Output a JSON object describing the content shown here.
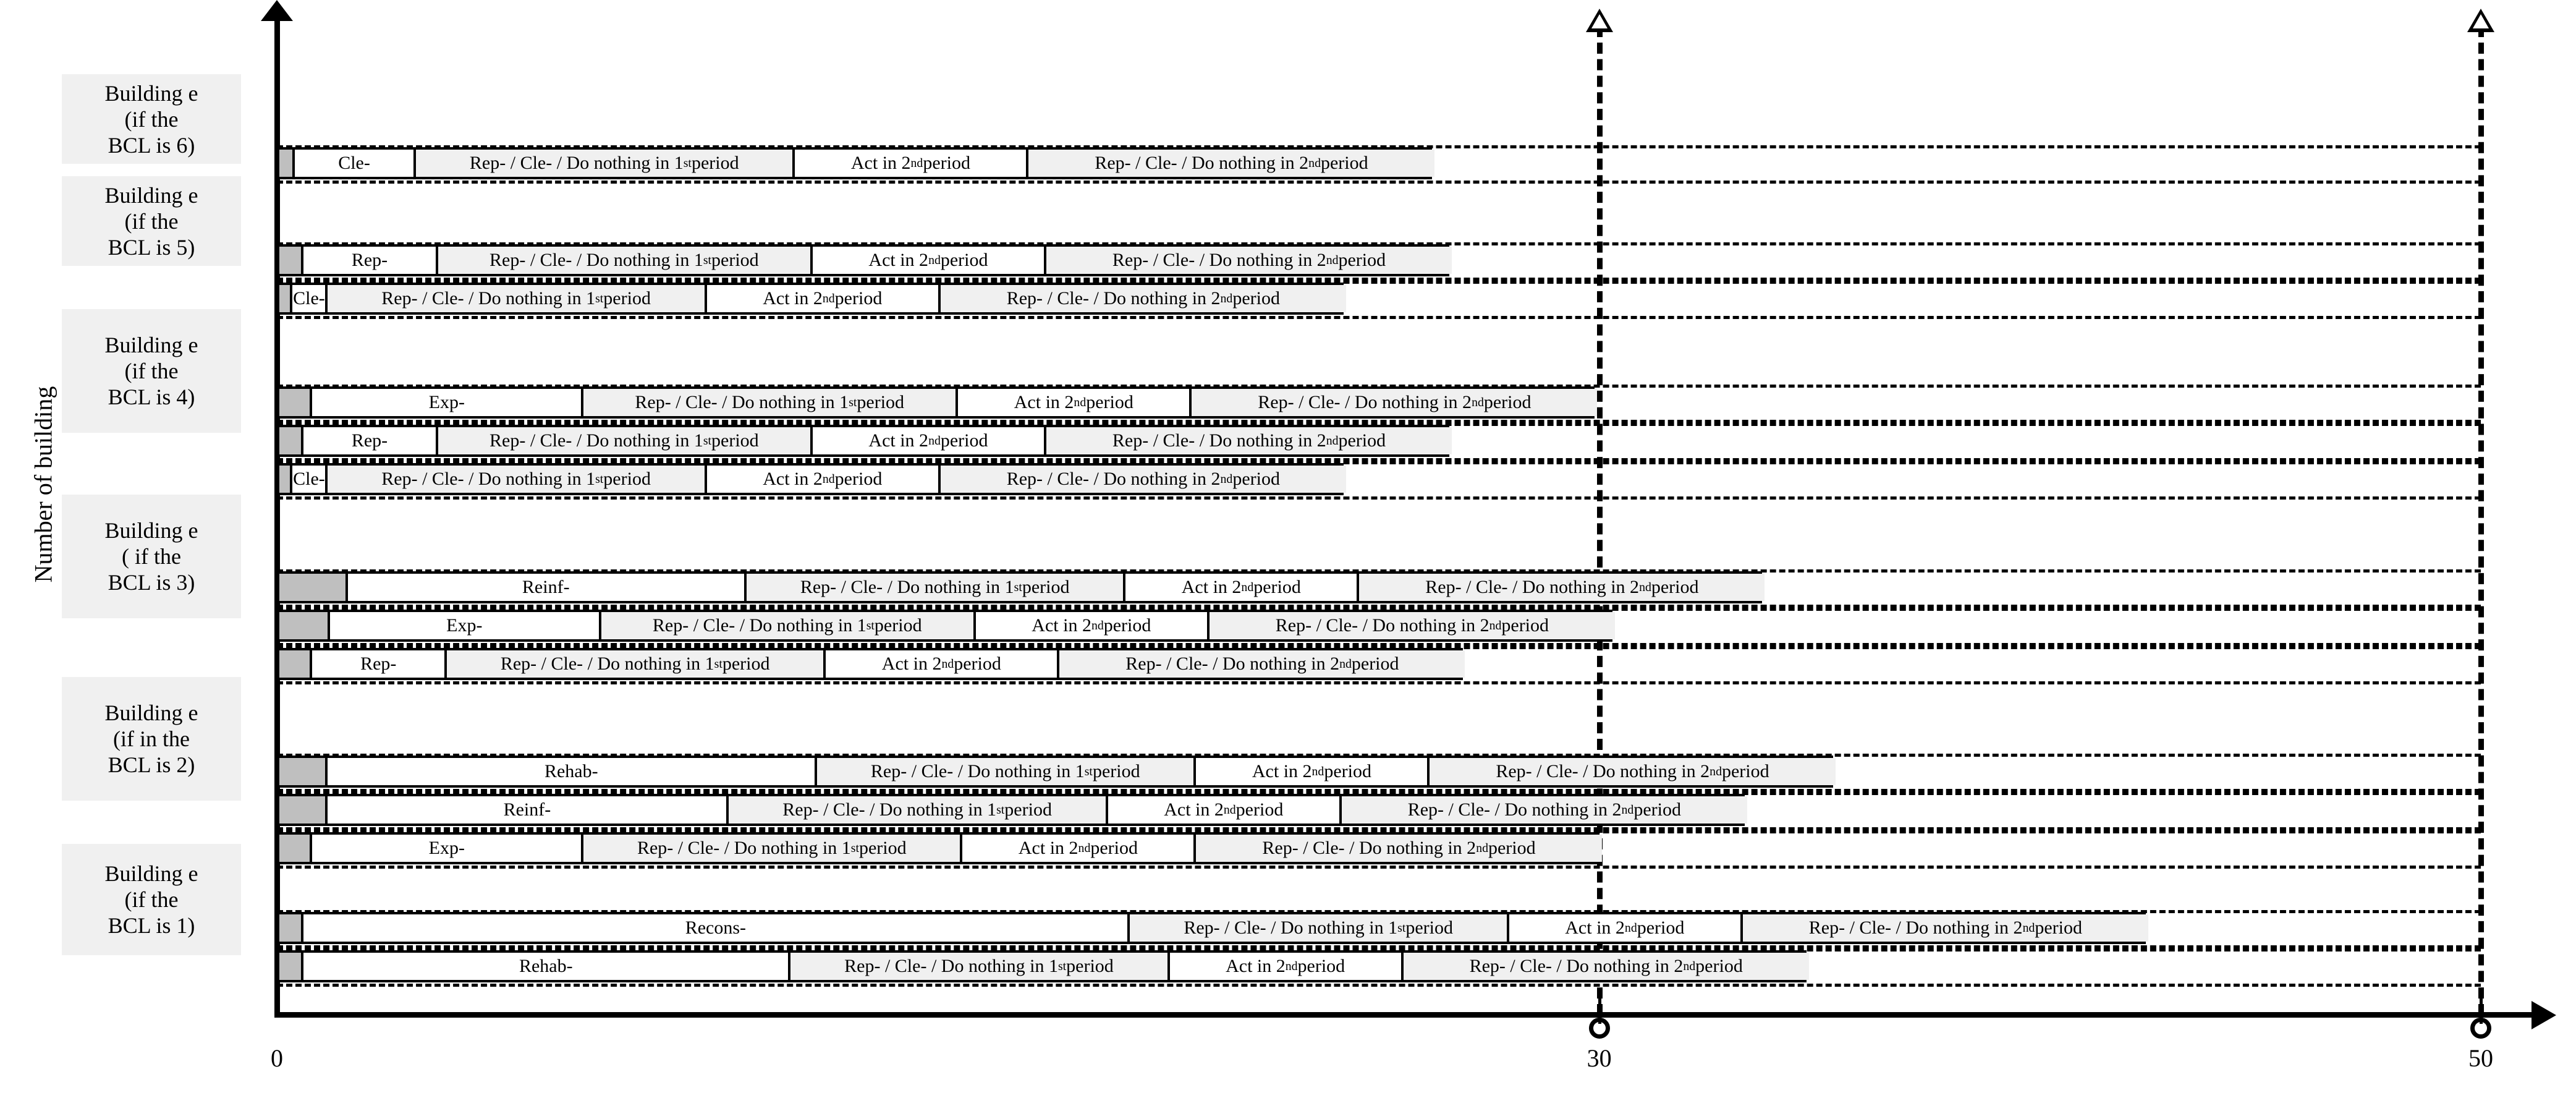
{
  "axis": {
    "ylabel": "Number of building",
    "xticks": [
      {
        "value": 0,
        "label": "0"
      },
      {
        "value": 30,
        "label": "30"
      },
      {
        "value": 50,
        "label": "50"
      }
    ],
    "xmin": 0,
    "xmax": 50,
    "period_markers": [
      30,
      50
    ]
  },
  "labels": {
    "opt1st": "Rep- / Cle- / Do nothing in 1",
    "opt2nd": "Rep- / Cle- / Do nothing in 2",
    "act2nd": "Act in 2"
  },
  "groups": [
    {
      "name": "group-bcl-6",
      "label_lines": [
        "Building e",
        "(if the",
        "BCL is 6)"
      ],
      "rows": [
        {
          "name": "row-bcl6-cle",
          "segments": [
            {
              "kind": "delay",
              "text": "",
              "start": 0.0,
              "end": 0.35
            },
            {
              "kind": "act",
              "text": "Cle-",
              "start": 0.35,
              "end": 3.1
            },
            {
              "kind": "opt",
              "text": "Rep- / Cle- / Do nothing in 1st period",
              "start": 3.1,
              "end": 11.7
            },
            {
              "kind": "act",
              "text": "Act in 2nd period",
              "start": 11.7,
              "end": 17.0
            },
            {
              "kind": "opt",
              "text": "Rep- / Cle- / Do nothing in 2nd  period",
              "start": 17.0,
              "end": 26.2
            }
          ]
        }
      ]
    },
    {
      "name": "group-bcl-5",
      "label_lines": [
        "Building e",
        "(if the",
        "BCL is 5)"
      ],
      "rows": [
        {
          "name": "row-bcl5-rep",
          "segments": [
            {
              "kind": "delay",
              "text": "",
              "start": 0.0,
              "end": 0.55
            },
            {
              "kind": "act",
              "text": "Rep-",
              "start": 0.55,
              "end": 3.6
            },
            {
              "kind": "opt",
              "text": "Rep- / Cle- / Do nothing in 1st period",
              "start": 3.6,
              "end": 12.1
            },
            {
              "kind": "act",
              "text": "Act in 2nd period",
              "start": 12.1,
              "end": 17.4
            },
            {
              "kind": "opt",
              "text": "Rep- / Cle- / Do nothing in 2nd  period",
              "start": 17.4,
              "end": 26.6
            }
          ]
        },
        {
          "name": "row-bcl5-cle",
          "segments": [
            {
              "kind": "delay",
              "text": "",
              "start": 0.0,
              "end": 0.3
            },
            {
              "kind": "act",
              "text": "Cle-",
              "start": 0.3,
              "end": 1.1
            },
            {
              "kind": "opt",
              "text": "Rep- / Cle- / Do nothing in 1st period",
              "start": 1.1,
              "end": 9.7
            },
            {
              "kind": "act",
              "text": "Act in 2nd period",
              "start": 9.7,
              "end": 15.0
            },
            {
              "kind": "opt",
              "text": "Rep- / Cle- / Do nothing in 2nd  period",
              "start": 15.0,
              "end": 24.2
            }
          ]
        }
      ]
    },
    {
      "name": "group-bcl-4",
      "label_lines": [
        "Building e",
        "(if the",
        "BCL is 4)"
      ],
      "rows": [
        {
          "name": "row-bcl4-exp",
          "segments": [
            {
              "kind": "delay",
              "text": "",
              "start": 0.0,
              "end": 0.75
            },
            {
              "kind": "act",
              "text": "Exp-",
              "start": 0.75,
              "end": 6.9
            },
            {
              "kind": "opt",
              "text": "Rep- / Cle- / Do nothing in 1st period",
              "start": 6.9,
              "end": 15.4
            },
            {
              "kind": "act",
              "text": "Act in 2nd period",
              "start": 15.4,
              "end": 20.7
            },
            {
              "kind": "opt",
              "text": "Rep- / Cle- / Do nothing in 2nd  period",
              "start": 20.7,
              "end": 29.9
            }
          ]
        },
        {
          "name": "row-bcl4-rep",
          "segments": [
            {
              "kind": "delay",
              "text": "",
              "start": 0.0,
              "end": 0.55
            },
            {
              "kind": "act",
              "text": "Rep-",
              "start": 0.55,
              "end": 3.6
            },
            {
              "kind": "opt",
              "text": "Rep- / Cle- / Do nothing in 1st period",
              "start": 3.6,
              "end": 12.1
            },
            {
              "kind": "act",
              "text": "Act in 2nd period",
              "start": 12.1,
              "end": 17.4
            },
            {
              "kind": "opt",
              "text": "Rep- / Cle- / Do nothing in 2nd  period",
              "start": 17.4,
              "end": 26.6
            }
          ]
        },
        {
          "name": "row-bcl4-cle",
          "segments": [
            {
              "kind": "delay",
              "text": "",
              "start": 0.0,
              "end": 0.3
            },
            {
              "kind": "act",
              "text": "Cle-",
              "start": 0.3,
              "end": 1.1
            },
            {
              "kind": "opt",
              "text": "Rep- / Cle- / Do nothing in 1st period",
              "start": 1.1,
              "end": 9.7
            },
            {
              "kind": "act",
              "text": "Act in 2nd period",
              "start": 9.7,
              "end": 15.0
            },
            {
              "kind": "opt",
              "text": "Rep- / Cle- / Do nothing in 2nd  period",
              "start": 15.0,
              "end": 24.2
            }
          ]
        }
      ]
    },
    {
      "name": "group-bcl-3",
      "label_lines": [
        "Building e",
        "( if the",
        "BCL is 3)"
      ],
      "rows": [
        {
          "name": "row-bcl3-reinf",
          "segments": [
            {
              "kind": "delay",
              "text": "",
              "start": 0.0,
              "end": 1.55
            },
            {
              "kind": "act",
              "text": "Reinf-",
              "start": 1.55,
              "end": 10.6
            },
            {
              "kind": "opt",
              "text": "Rep- / Cle- / Do nothing in 1st period",
              "start": 10.6,
              "end": 19.2
            },
            {
              "kind": "act",
              "text": "Act in 2nd period",
              "start": 19.2,
              "end": 24.5
            },
            {
              "kind": "opt",
              "text": "Rep- / Cle- / Do nothing in 2nd  period",
              "start": 24.5,
              "end": 33.7
            }
          ]
        },
        {
          "name": "row-bcl3-exp",
          "segments": [
            {
              "kind": "delay",
              "text": "",
              "start": 0.0,
              "end": 1.15
            },
            {
              "kind": "act",
              "text": "Exp-",
              "start": 1.15,
              "end": 7.3
            },
            {
              "kind": "opt",
              "text": "Rep- / Cle- / Do nothing in 1st period",
              "start": 7.3,
              "end": 15.8
            },
            {
              "kind": "act",
              "text": "Act in 2nd period",
              "start": 15.8,
              "end": 21.1
            },
            {
              "kind": "opt",
              "text": "Rep- / Cle- / Do nothing in 2nd  period",
              "start": 21.1,
              "end": 30.3
            }
          ]
        },
        {
          "name": "row-bcl3-rep",
          "segments": [
            {
              "kind": "delay",
              "text": "",
              "start": 0.0,
              "end": 0.75
            },
            {
              "kind": "act",
              "text": "Rep-",
              "start": 0.75,
              "end": 3.8
            },
            {
              "kind": "opt",
              "text": "Rep- / Cle- / Do nothing in 1st period",
              "start": 3.8,
              "end": 12.4
            },
            {
              "kind": "act",
              "text": "Act in 2nd period",
              "start": 12.4,
              "end": 17.7
            },
            {
              "kind": "opt",
              "text": "Rep- / Cle- / Do nothing in 2nd  period",
              "start": 17.7,
              "end": 26.9
            }
          ]
        }
      ]
    },
    {
      "name": "group-bcl-2",
      "label_lines": [
        "Building e",
        "(if in the",
        "BCL is 2)"
      ],
      "rows": [
        {
          "name": "row-bcl2-rehab",
          "segments": [
            {
              "kind": "delay",
              "text": "",
              "start": 0.0,
              "end": 1.1
            },
            {
              "kind": "act",
              "text": "Rehab-",
              "start": 1.1,
              "end": 12.2
            },
            {
              "kind": "opt",
              "text": "Rep- / Cle- / Do nothing in 1st period",
              "start": 12.2,
              "end": 20.8
            },
            {
              "kind": "act",
              "text": "Act in 2nd period",
              "start": 20.8,
              "end": 26.1
            },
            {
              "kind": "opt",
              "text": "Rep- / Cle- / Do nothing in 2nd  period",
              "start": 26.1,
              "end": 35.3
            }
          ]
        },
        {
          "name": "row-bcl2-reinf",
          "segments": [
            {
              "kind": "delay",
              "text": "",
              "start": 0.0,
              "end": 1.1
            },
            {
              "kind": "act",
              "text": "Reinf-",
              "start": 1.1,
              "end": 10.2
            },
            {
              "kind": "opt",
              "text": "Rep- / Cle- / Do nothing in 1st period",
              "start": 10.2,
              "end": 18.8
            },
            {
              "kind": "act",
              "text": "Act in 2nd period",
              "start": 18.8,
              "end": 24.1
            },
            {
              "kind": "opt",
              "text": "Rep- / Cle- / Do nothing in 2nd  period",
              "start": 24.1,
              "end": 33.3
            }
          ]
        },
        {
          "name": "row-bcl2-exp",
          "segments": [
            {
              "kind": "delay",
              "text": "",
              "start": 0.0,
              "end": 0.75
            },
            {
              "kind": "act",
              "text": "Exp-",
              "start": 0.75,
              "end": 6.9
            },
            {
              "kind": "opt",
              "text": "Rep- / Cle- / Do nothing in 1st period",
              "start": 6.9,
              "end": 15.5
            },
            {
              "kind": "act",
              "text": "Act in 2nd period",
              "start": 15.5,
              "end": 20.8
            },
            {
              "kind": "opt",
              "text": "Rep- / Cle- / Do nothing in 2nd  period",
              "start": 20.8,
              "end": 30.0
            }
          ]
        }
      ]
    },
    {
      "name": "group-bcl-1",
      "label_lines": [
        "Building e",
        "(if the",
        "BCL is 1)"
      ],
      "rows": [
        {
          "name": "row-bcl1-recons",
          "segments": [
            {
              "kind": "delay",
              "text": "",
              "start": 0.0,
              "end": 0.55
            },
            {
              "kind": "act",
              "text": "Recons-",
              "start": 0.55,
              "end": 19.3
            },
            {
              "kind": "opt",
              "text": "Rep- / Cle- / Do nothing in 1st period",
              "start": 19.3,
              "end": 27.9
            },
            {
              "kind": "act",
              "text": "Act in 2nd period",
              "start": 27.9,
              "end": 33.2
            },
            {
              "kind": "opt",
              "text": "Rep- / Cle- / Do nothing in 2nd  period",
              "start": 33.2,
              "end": 42.4
            }
          ]
        },
        {
          "name": "row-bcl1-rehab",
          "segments": [
            {
              "kind": "delay",
              "text": "",
              "start": 0.0,
              "end": 0.55
            },
            {
              "kind": "act",
              "text": "Rehab-",
              "start": 0.55,
              "end": 11.6
            },
            {
              "kind": "opt",
              "text": "Rep- / Cle- / Do nothing in 1st period",
              "start": 11.6,
              "end": 20.2
            },
            {
              "kind": "act",
              "text": "Act in 2nd period",
              "start": 20.2,
              "end": 25.5
            },
            {
              "kind": "opt",
              "text": "Rep- / Cle- / Do nothing in 2nd  period",
              "start": 25.5,
              "end": 34.7
            }
          ]
        }
      ]
    }
  ],
  "colors": {
    "delay": "#bfbfbf",
    "action": "#ffffff",
    "option": "#f0f0f0",
    "label_bg": "#f0f0f0",
    "stroke": "#000000"
  }
}
